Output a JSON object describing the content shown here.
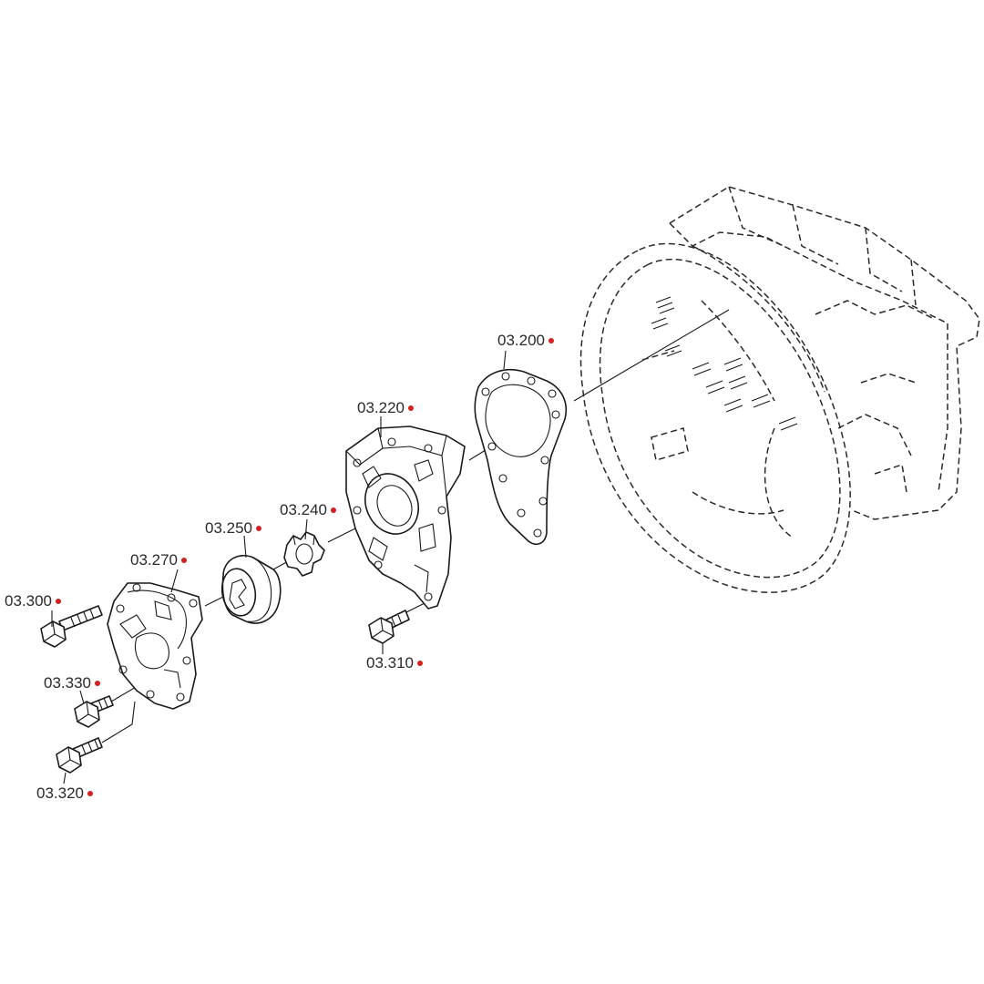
{
  "callouts": {
    "c03200": "03.200",
    "c03220": "03.220",
    "c03240": "03.240",
    "c03250": "03.250",
    "c03270": "03.270",
    "c03300": "03.300",
    "c03310": "03.310",
    "c03320": "03.320",
    "c03330": "03.330"
  },
  "colors": {
    "marker": "#d42020",
    "line": "#1a1a1a",
    "background": "#ffffff"
  }
}
